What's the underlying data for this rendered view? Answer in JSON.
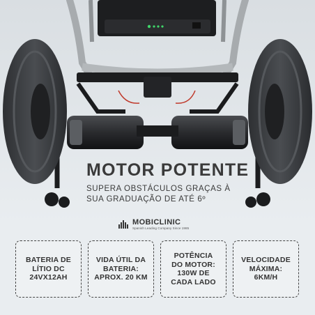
{
  "headline": {
    "title": "MOTOR POTENTE",
    "subtitle_line1": "SUPERA OBSTÁCULOS GRAÇAS À",
    "subtitle_line2": "SUA GRADUAÇÃO DE ATÉ 6º"
  },
  "brand": {
    "name": "MOBICLINIC",
    "tagline": "Spanish Leading Company Since 1985"
  },
  "features": [
    {
      "text": "BATERIA DE\nLÍTIO DC\n24VX12AH"
    },
    {
      "text": "VIDA ÚTIL DA\nBATERIA:\nAPROX. 20 KM"
    },
    {
      "text": "POTÊNCIA\nDO MOTOR:\n130W DE\nCADA LADO"
    },
    {
      "text": "VELOCIDADE\nMÁXIMA:\n6KM/H"
    }
  ],
  "colors": {
    "background": "#e9edf0",
    "text": "#3a3a3a",
    "frame": "#a7abae",
    "tire": "#3b3d40",
    "led": "#3fd66a"
  },
  "icons": [
    "wheelchair-photo",
    "mobiclinic-logo-icon"
  ]
}
